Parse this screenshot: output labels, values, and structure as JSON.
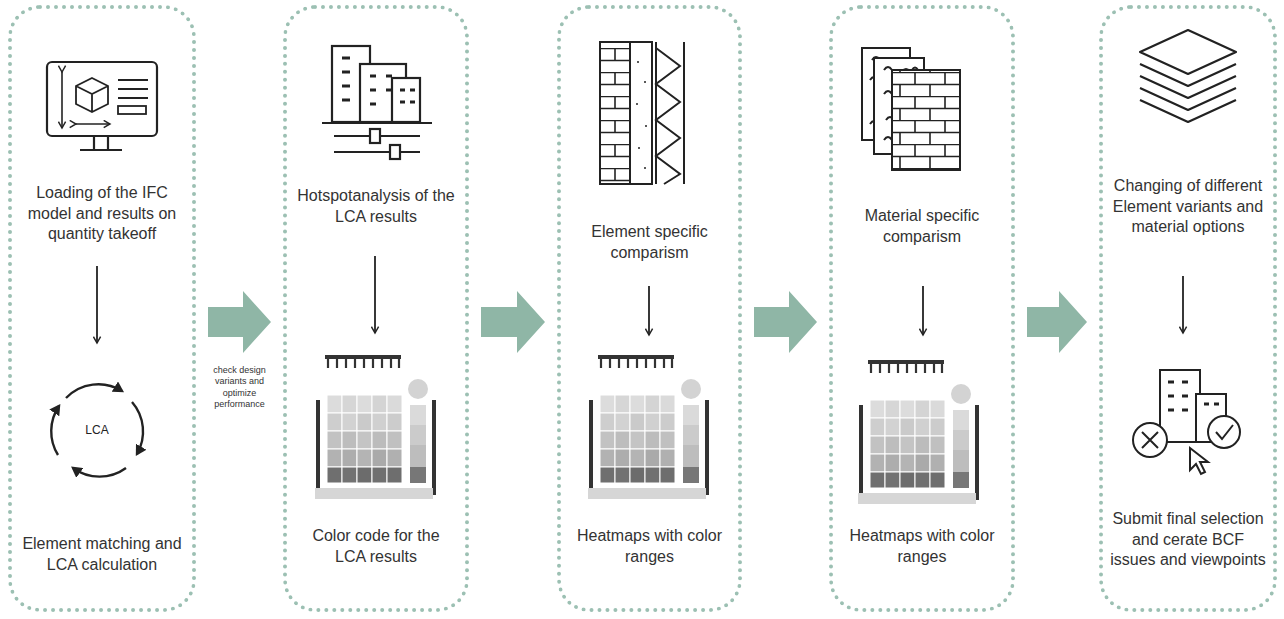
{
  "diagram": {
    "nodes": [
      {
        "text": [
          "Loading of the IFC model and results on quantity takeoff",
          "Element matching and LCA calculation"
        ]
      },
      {
        "text": [
          "Hotspotanalysis of the LCA results",
          "Color code for the LCA results"
        ]
      },
      {
        "text": [
          "Element specific comparism",
          "Heatmaps with color ranges"
        ]
      },
      {
        "text": [
          "Material specific comparism",
          "Heatmaps with color ranges"
        ]
      },
      {
        "text": [
          "Changing of different Element variants and material options",
          "Submit final selection and cerate BCF issues and viewpoints"
        ]
      }
    ],
    "edges": [
      {
        "from": 0,
        "to": 1,
        "arrow": "to",
        "label": "check design variants and optimize performance"
      },
      {
        "from": 1,
        "to": 2,
        "arrow": "to"
      },
      {
        "from": 2,
        "to": 3,
        "arrow": "to"
      },
      {
        "from": 3,
        "to": 4,
        "arrow": "to"
      }
    ],
    "labels": [
      "LCA"
    ]
  }
}
